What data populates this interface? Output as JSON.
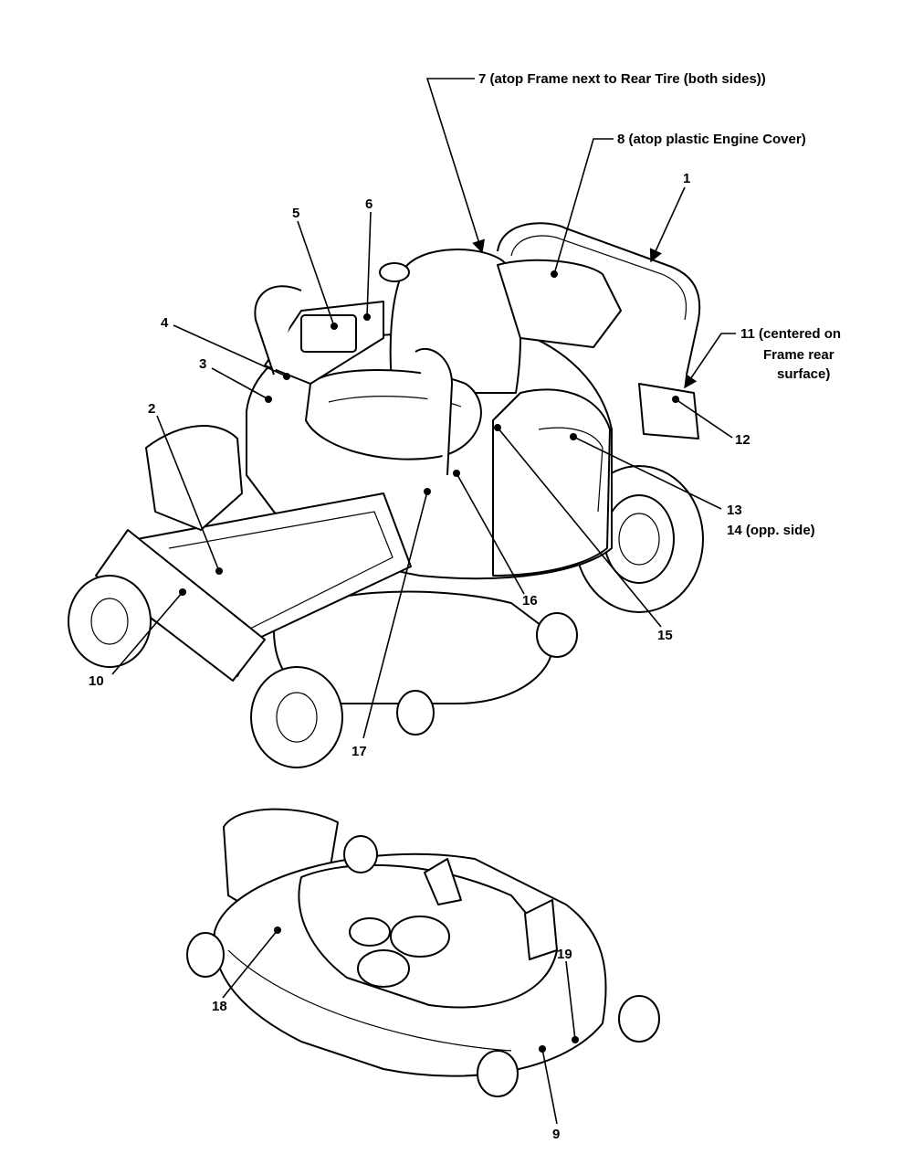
{
  "callouts": {
    "c1": "1",
    "c2": "2",
    "c3": "3",
    "c4": "4",
    "c5": "5",
    "c6": "6",
    "c7": "7 (atop Frame next to Rear Tire (both sides))",
    "c8": "8 (atop plastic Engine Cover)",
    "c9": "9",
    "c10": "10",
    "c11_line1": "11 (centered on",
    "c11_line2": "Frame rear",
    "c11_line3": "surface)",
    "c12": "12",
    "c13": "13",
    "c14": "14 (opp. side)",
    "c15": "15",
    "c16": "16",
    "c17": "17",
    "c18": "18",
    "c19": "19"
  },
  "colors": {
    "line": "#000000",
    "background": "#ffffff"
  }
}
